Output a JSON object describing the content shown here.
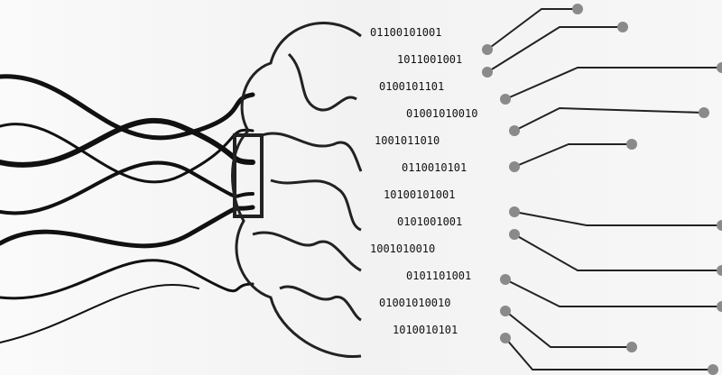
{
  "illustration": {
    "colors": {
      "ink": "#111111",
      "dot": "#8a8a8a",
      "background": "#f5f5f5"
    },
    "binary_strings": [
      "01100101001",
      "1011001001",
      "0100101101",
      "01001010010",
      "1001011010",
      "0110010101",
      "10100101001",
      "0101001001",
      "1001010010",
      "0101101001",
      "01001010010",
      "1010010101"
    ]
  }
}
